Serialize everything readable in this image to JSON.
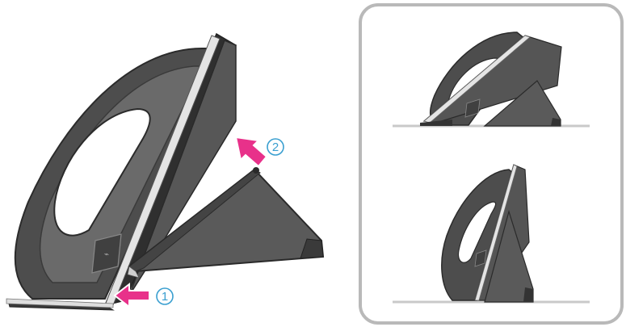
{
  "steps": [
    {
      "marker": "1",
      "arrow_color": "#e8318a",
      "marker_color": "#3a9fd0"
    },
    {
      "marker": "2",
      "arrow_color": "#e8318a",
      "marker_color": "#3a9fd0"
    }
  ],
  "inset_panel": {
    "border_color": "#b9b9b9",
    "views": [
      {
        "name": "stand-landscape-view"
      },
      {
        "name": "stand-portrait-view"
      }
    ]
  },
  "colors": {
    "device_body": "#4a4a4a",
    "device_dark": "#333333",
    "stand_face": "#5a5a5a",
    "frame_highlight": "#d8d8d8",
    "surface_line": "#c9c9c9"
  }
}
